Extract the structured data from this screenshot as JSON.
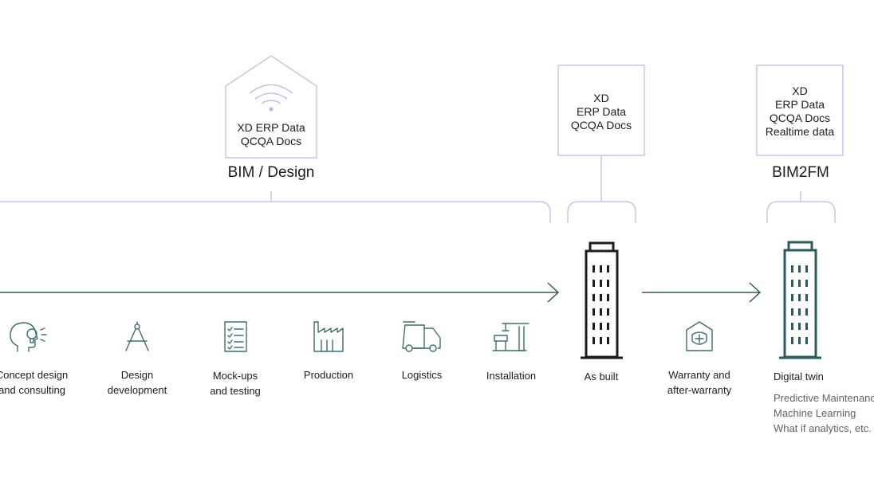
{
  "bim_design": {
    "box_text": "XD ERP Data QCQA Docs",
    "label": "BIM / Design"
  },
  "as_built_box": {
    "lines": [
      "XD",
      "ERP Data",
      "QCQA Docs"
    ]
  },
  "bim2fm": {
    "lines": [
      "XD",
      "ERP Data",
      "QCQA Docs",
      "Realtime data"
    ],
    "label": "BIM2FM"
  },
  "steps": [
    {
      "icon": "lightbulb-head-icon",
      "lines": [
        "Concept design",
        "and consulting"
      ]
    },
    {
      "icon": "compass-icon",
      "lines": [
        "Design",
        "development"
      ]
    },
    {
      "icon": "checklist-icon",
      "lines": [
        "Mock-ups",
        "and testing"
      ]
    },
    {
      "icon": "factory-icon",
      "lines": [
        "Production"
      ]
    },
    {
      "icon": "truck-icon",
      "lines": [
        "Logistics"
      ]
    },
    {
      "icon": "crane-icon",
      "lines": [
        "Installation"
      ]
    },
    {
      "icon": "building-icon",
      "lines": [
        "As built"
      ]
    },
    {
      "icon": "shield-plus-icon",
      "lines": [
        "Warranty and",
        "after-warranty"
      ]
    },
    {
      "icon": "building-icon",
      "lines": [
        "Digital twin"
      ]
    }
  ],
  "digital_twin_features": [
    "Predictive Maintenance",
    "Machine Learning",
    "What if analytics, etc."
  ],
  "colors": {
    "accent_lavender": "#c5c0ea",
    "teal_dark": "#2f5a5c",
    "icon_teal": "#3f6d6f"
  }
}
